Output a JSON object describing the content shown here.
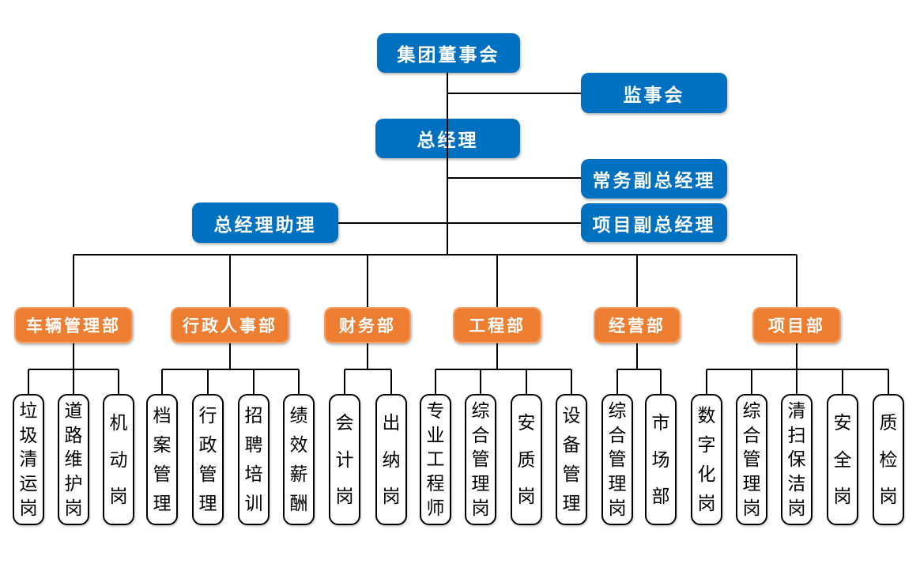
{
  "palette": {
    "node_blue": "#0070C0",
    "dept_orange": "#ED7D31",
    "dept_orange_border": "#F2A169",
    "position_border": "#000000",
    "connector": "#000000",
    "node_text": "#FFFFFF",
    "position_text": "#000000",
    "background": "#FFFFFF"
  },
  "chart": {
    "type": "org-chart",
    "nodes": {
      "board": "集团董事会",
      "supervisory": "监事会",
      "gm": "总经理",
      "exec_deputy_gm": "常务副总经理",
      "gm_assistant": "总经理助理",
      "project_deputy_gm": "项目副总经理"
    },
    "departments": [
      {
        "label": "车辆管理部",
        "children": [
          "垃圾清运岗",
          "道路维护岗",
          "机动岗"
        ]
      },
      {
        "label": "行政人事部",
        "children": [
          "档案管理",
          "行政管理",
          "招聘培训",
          "绩效薪酬"
        ]
      },
      {
        "label": "财务部",
        "children": [
          "会计岗",
          "出纳岗"
        ]
      },
      {
        "label": "工程部",
        "children": [
          "专业工程师",
          "综合管理岗",
          "安质岗",
          "设备管理"
        ]
      },
      {
        "label": "经营部",
        "children": [
          "综合管理岗",
          "市场部"
        ]
      },
      {
        "label": "项目部",
        "children": [
          "数字化岗",
          "综合管理岗",
          "清扫保洁岗",
          "安全岗",
          "质检岗"
        ]
      }
    ]
  }
}
